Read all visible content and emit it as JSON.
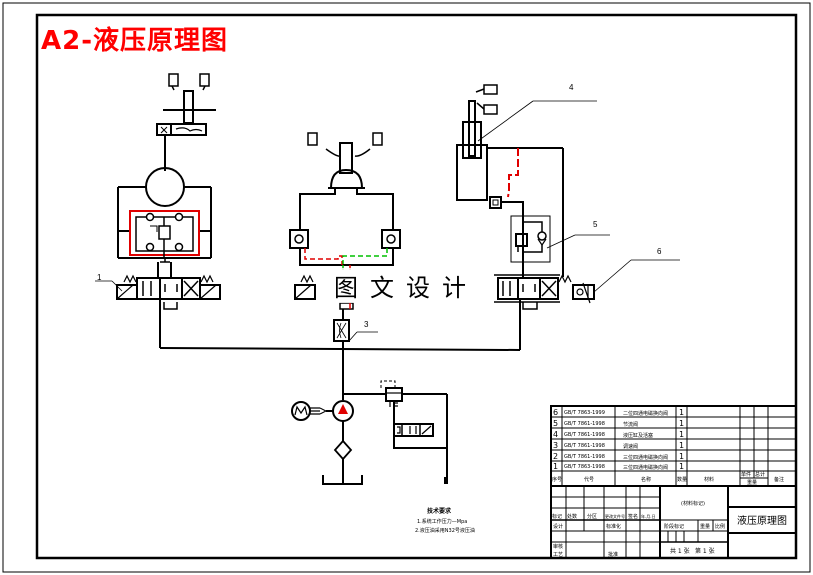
{
  "title": "A2-液压原理图",
  "title_color": "#ff0000",
  "watermark": "图文设计",
  "callouts": [
    "1",
    "3",
    "4",
    "5",
    "6"
  ],
  "tech_requirements": {
    "heading": "技术要求",
    "lines": [
      "1.系统工作压力—Mpa",
      "2.液压油采用N32号液压油"
    ]
  },
  "parts_list": {
    "rows": [
      {
        "no": "6",
        "code": "GB/T 7863-1999",
        "name": "二位四通电磁换向阀",
        "qty": "1"
      },
      {
        "no": "5",
        "code": "GB/T 7861-1998",
        "name": "节流阀",
        "qty": "1"
      },
      {
        "no": "4",
        "code": "GB/T 7861-1998",
        "name": "液压缸及活塞",
        "qty": "1"
      },
      {
        "no": "3",
        "code": "GB/T 7861-1998",
        "name": "调速阀",
        "qty": "1"
      },
      {
        "no": "2",
        "code": "GB/T 7861-1998",
        "name": "三位四通电磁换向阀",
        "qty": "1"
      },
      {
        "no": "1",
        "code": "GB/T 7863-1998",
        "name": "三位四通电磁换向阀",
        "qty": "1"
      }
    ],
    "headers": {
      "no": "序号",
      "code": "代号",
      "name": "名称",
      "qty": "数量",
      "material": "材料",
      "unit_weight": "单件",
      "total_weight": "总计",
      "weight": "重量",
      "remark": "备注"
    }
  },
  "title_block": {
    "material_mark": "(材料标记)",
    "drawing_name": "液压原理图",
    "stage_mark": "阶段标记",
    "weight": "重量",
    "scale": "比例",
    "sheets": "共 1 张",
    "sheet_no": "第 1 张",
    "rev_headers": [
      "标记",
      "处数",
      "分区",
      "更改文件号",
      "签名",
      "年.月.日"
    ],
    "design": "设计",
    "standardize": "标准化",
    "review": "审核",
    "process": "工艺",
    "approve": "批准"
  }
}
